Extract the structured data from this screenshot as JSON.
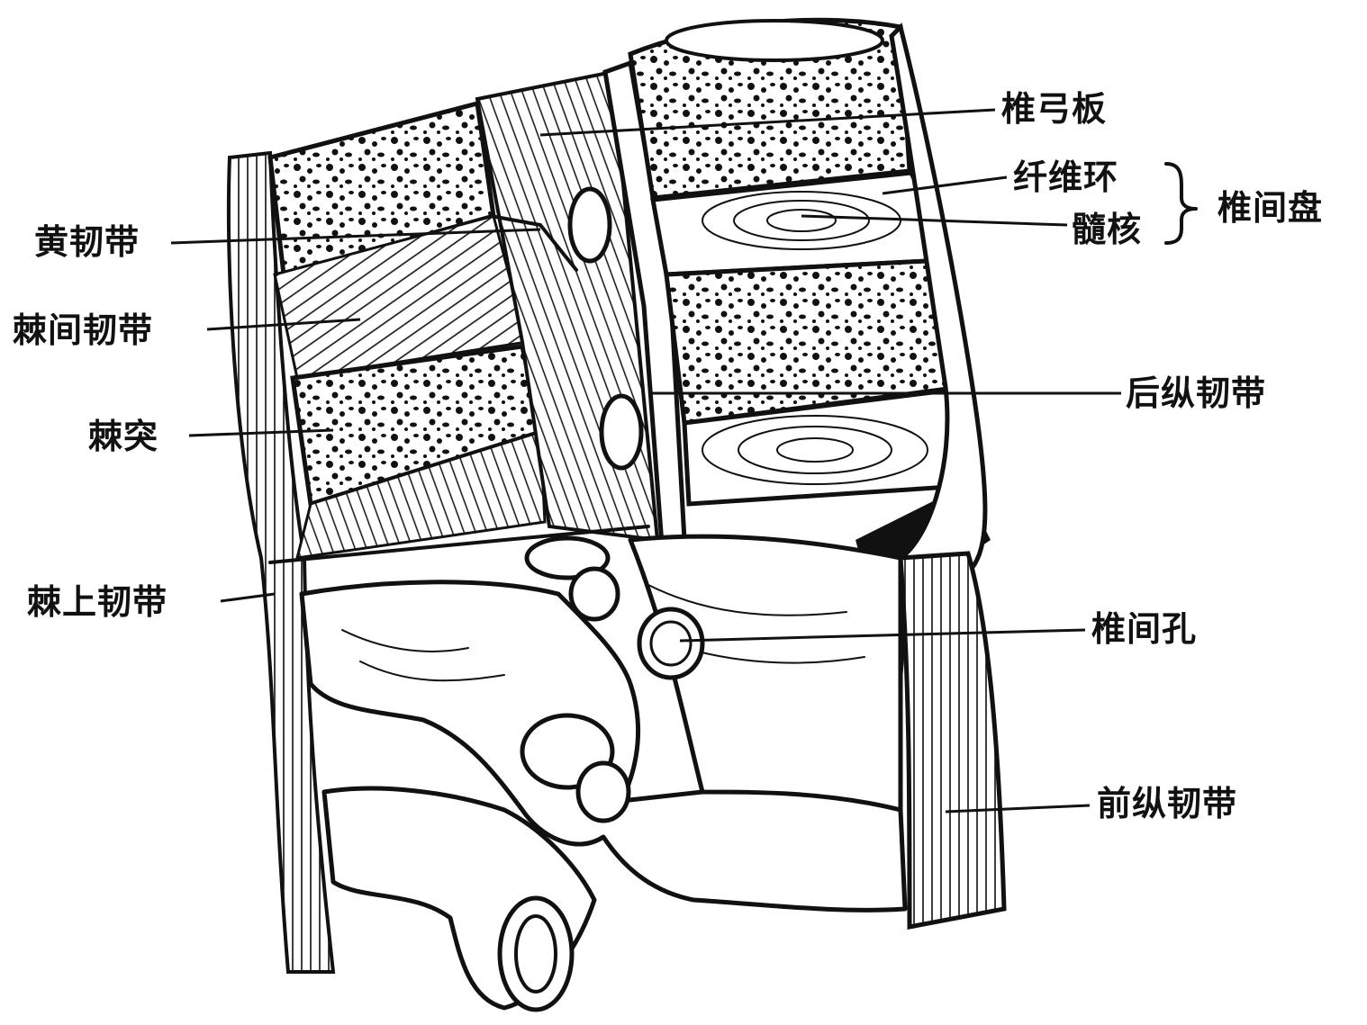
{
  "labels": {
    "vertebral_lamina": "椎弓板",
    "annulus_fibrosus": "纤维环",
    "intervertebral_disc": "椎间盘",
    "nucleus_pulposus": "髓核",
    "ligamentum_flavum": "黄韧带",
    "interspinous_ligament": "棘间韧带",
    "spinous_process": "棘突",
    "posterior_longitudinal_ligament": "后纵韧带",
    "supraspinous_ligament": "棘上韧带",
    "intervertebral_foramen": "椎间孔",
    "anterior_longitudinal_ligament": "前纵韧带"
  }
}
